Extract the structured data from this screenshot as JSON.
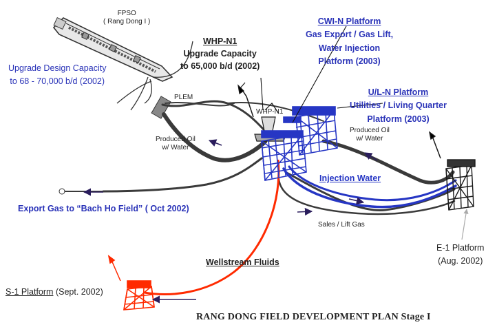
{
  "colors": {
    "pipeline": "#333333",
    "injection": "#2636c4",
    "wellstream": "#ff2a00",
    "label_blue": "#2a33b8",
    "arrow": "#2a1d5c"
  },
  "title": "RANG DONG FIELD DEVELOPMENT PLAN Stage I",
  "fpso": {
    "line1": "FPSO",
    "line2": "( Rang Dong I )"
  },
  "upgrade_design": {
    "line1": "Upgrade Design Capacity",
    "line2": "to 68 - 70,000 b/d (2002)"
  },
  "whp": {
    "title": "WHP-N1",
    "line1": "Upgrade Capacity",
    "line2": "to 65,000 b/d (2002)",
    "tag": "WHP-N1"
  },
  "cwi": {
    "title": "CWI-N Platform",
    "line1": "Gas Export / Gas Lift,",
    "line2": "Water Injection",
    "line3": "Platform (2003)"
  },
  "uln": {
    "title": "U/L-N Platform",
    "line1": "Utilities / Living Quarter",
    "line2": "Platform (2003)"
  },
  "plem": "PLEM",
  "produced_oil_left": {
    "line1": "Produced Oil",
    "line2": "w/ Water"
  },
  "produced_oil_right": {
    "line1": "Produced Oil",
    "line2": "w/ Water"
  },
  "injection_water": "Injection Water",
  "export_gas": "Export Gas to “Bach Ho Field” ( Oct 2002)",
  "sales_lift_gas": "Sales / Lift Gas",
  "e1": {
    "line1": "E-1 Platform",
    "line2": "(Aug. 2002)"
  },
  "wellstream": "Wellstream Fluids",
  "s1": {
    "title": "S-1 Platform",
    "date": " (Sept. 2002)"
  }
}
